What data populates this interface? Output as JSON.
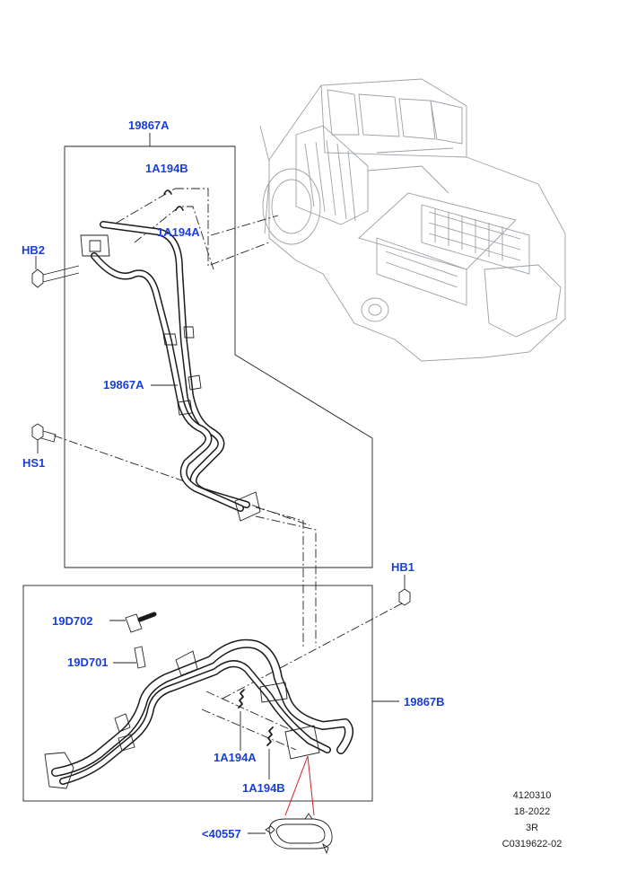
{
  "callouts": {
    "c1": "19867A",
    "c2": "1A194B",
    "c3": "1A194A",
    "c4": "HB2",
    "c5": "19867A",
    "c6": "HS1",
    "c7": "HB1",
    "c8": "19D702",
    "c9": "19D701",
    "c10": "19867B",
    "c11": "1A194A",
    "c12": "1A194B",
    "c13": "<40557"
  },
  "meta": {
    "line1": "4120310",
    "line2": "18-2022",
    "line3": "3R",
    "line4": "C0319622-02"
  },
  "colors": {
    "callout": "#1a3fd6",
    "leader_red": "#d42020",
    "line": "#1b1b1b",
    "ghost_unit": "#9aa0a6"
  }
}
